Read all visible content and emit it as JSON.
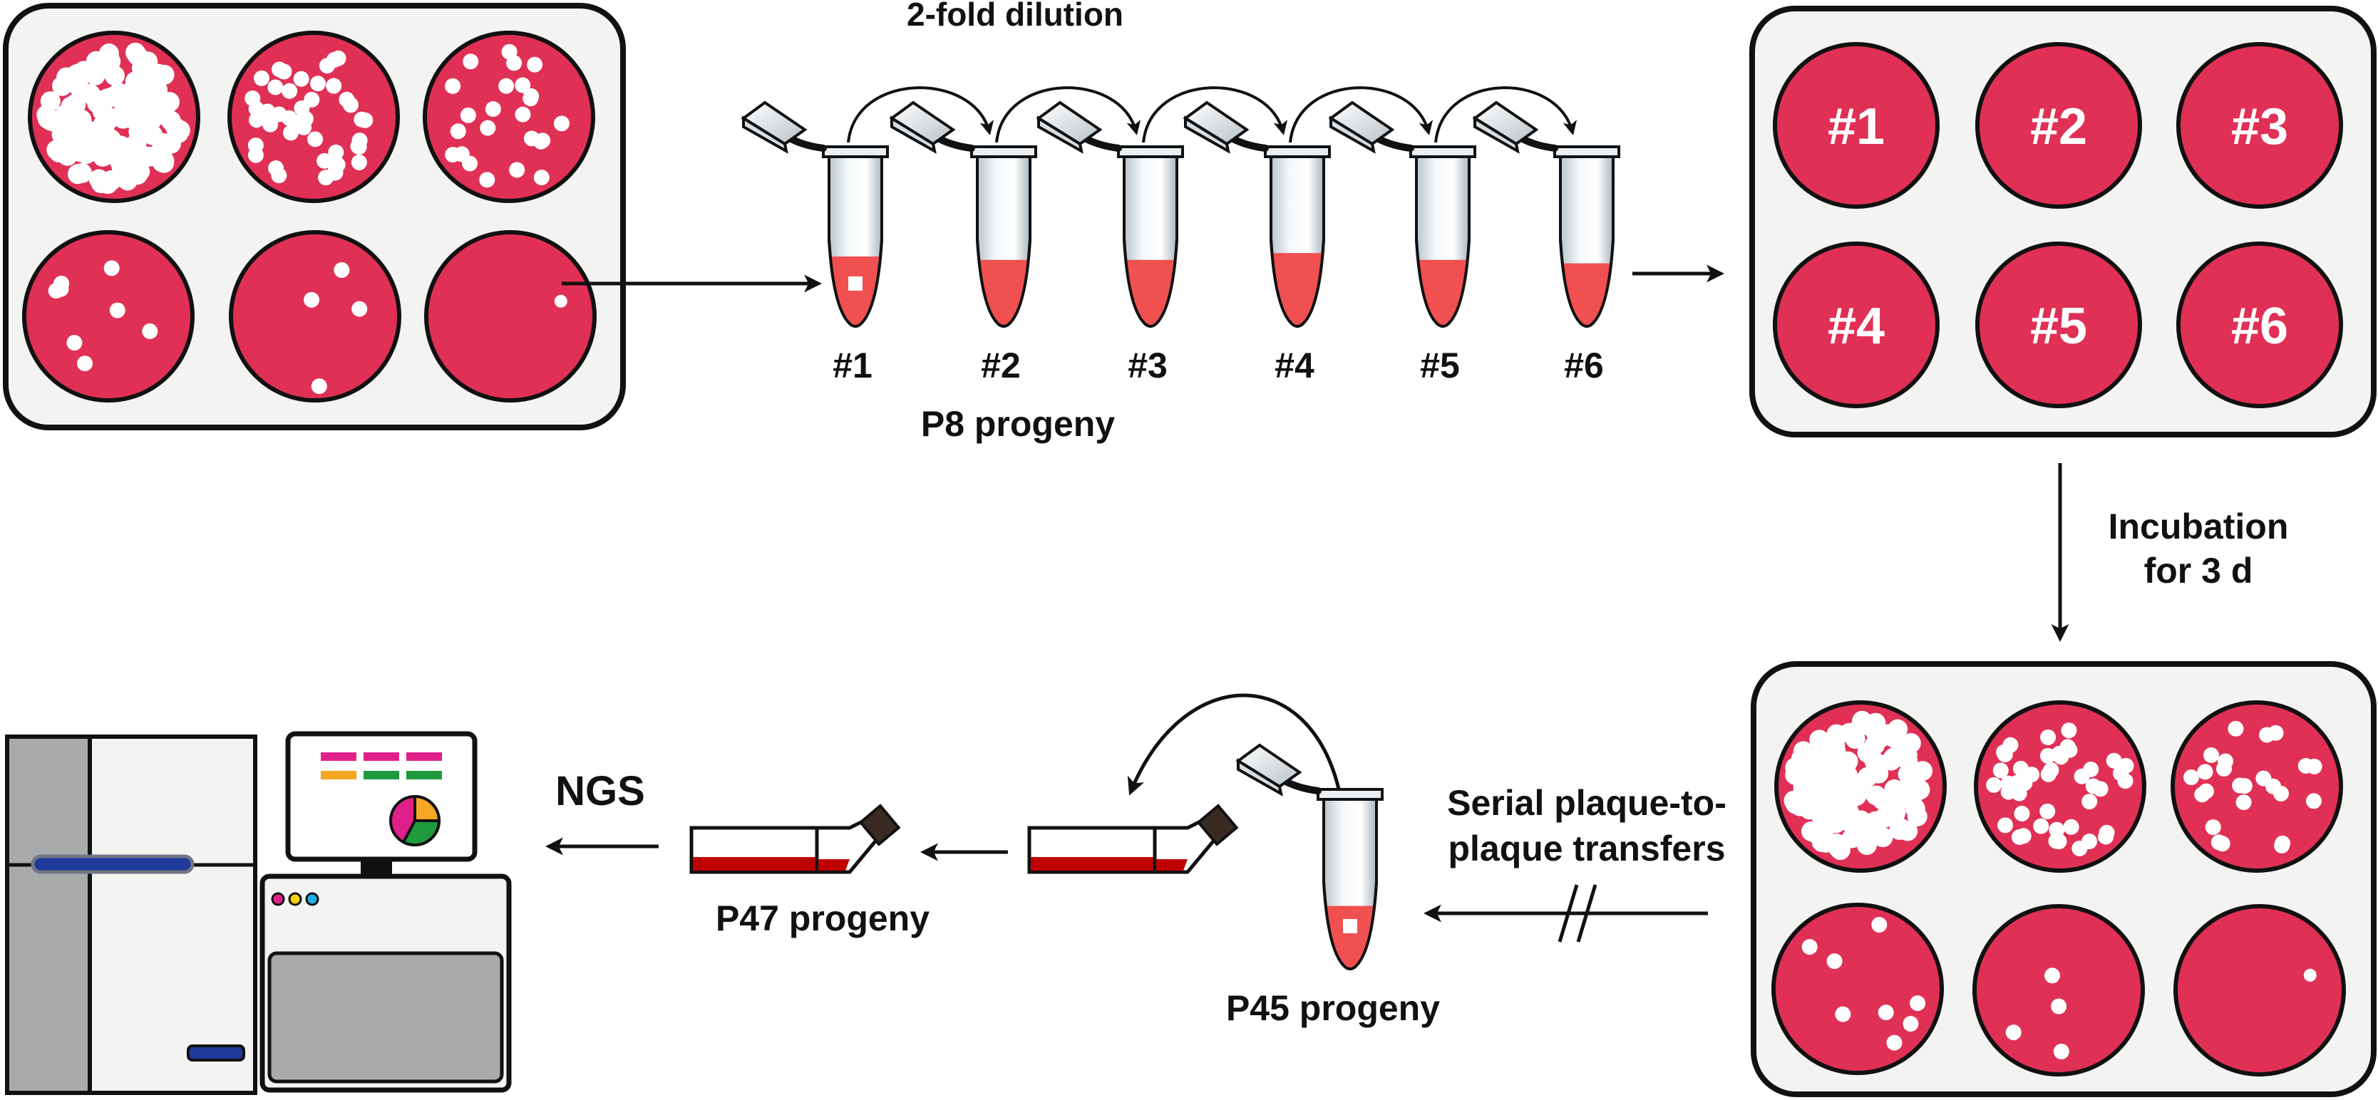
{
  "colors": {
    "well_red": "#e03055",
    "media_red": "#f05050",
    "flask_red": "#c00000",
    "plate_bg": "#f3f4f2",
    "plaque": "#ffffff",
    "ink": "#111111",
    "screen_bar_magenta": "#e0208a",
    "screen_bar_orange": "#f5a623",
    "screen_bar_green": "#1f9a3c",
    "seq_stripe_blue": "#1f3a9a",
    "dot_magenta": "#e0208a",
    "dot_yellow": "#f5d000",
    "dot_cyan": "#22aee6"
  },
  "labels": {
    "dilution": "2-fold dilution",
    "p8": "P8 progeny",
    "incubation_line1": "Incubation",
    "incubation_line2": "for 3 d",
    "serial_line1": "Serial plaque-to-",
    "serial_line2": "plaque transfers",
    "p45": "P45 progeny",
    "p47": "P47 progeny",
    "ngs": "NGS"
  },
  "tubes": [
    "#1",
    "#2",
    "#3",
    "#4",
    "#5",
    "#6"
  ],
  "wells": [
    "#1",
    "#2",
    "#3",
    "#4",
    "#5",
    "#6"
  ],
  "icons": {
    "tube": "microcentrifuge-tube-icon",
    "flask": "culture-flask-icon",
    "sequencer": "sequencer-instrument-icon",
    "computer": "computer-monitor-icon",
    "pie": "pie-chart-icon"
  }
}
